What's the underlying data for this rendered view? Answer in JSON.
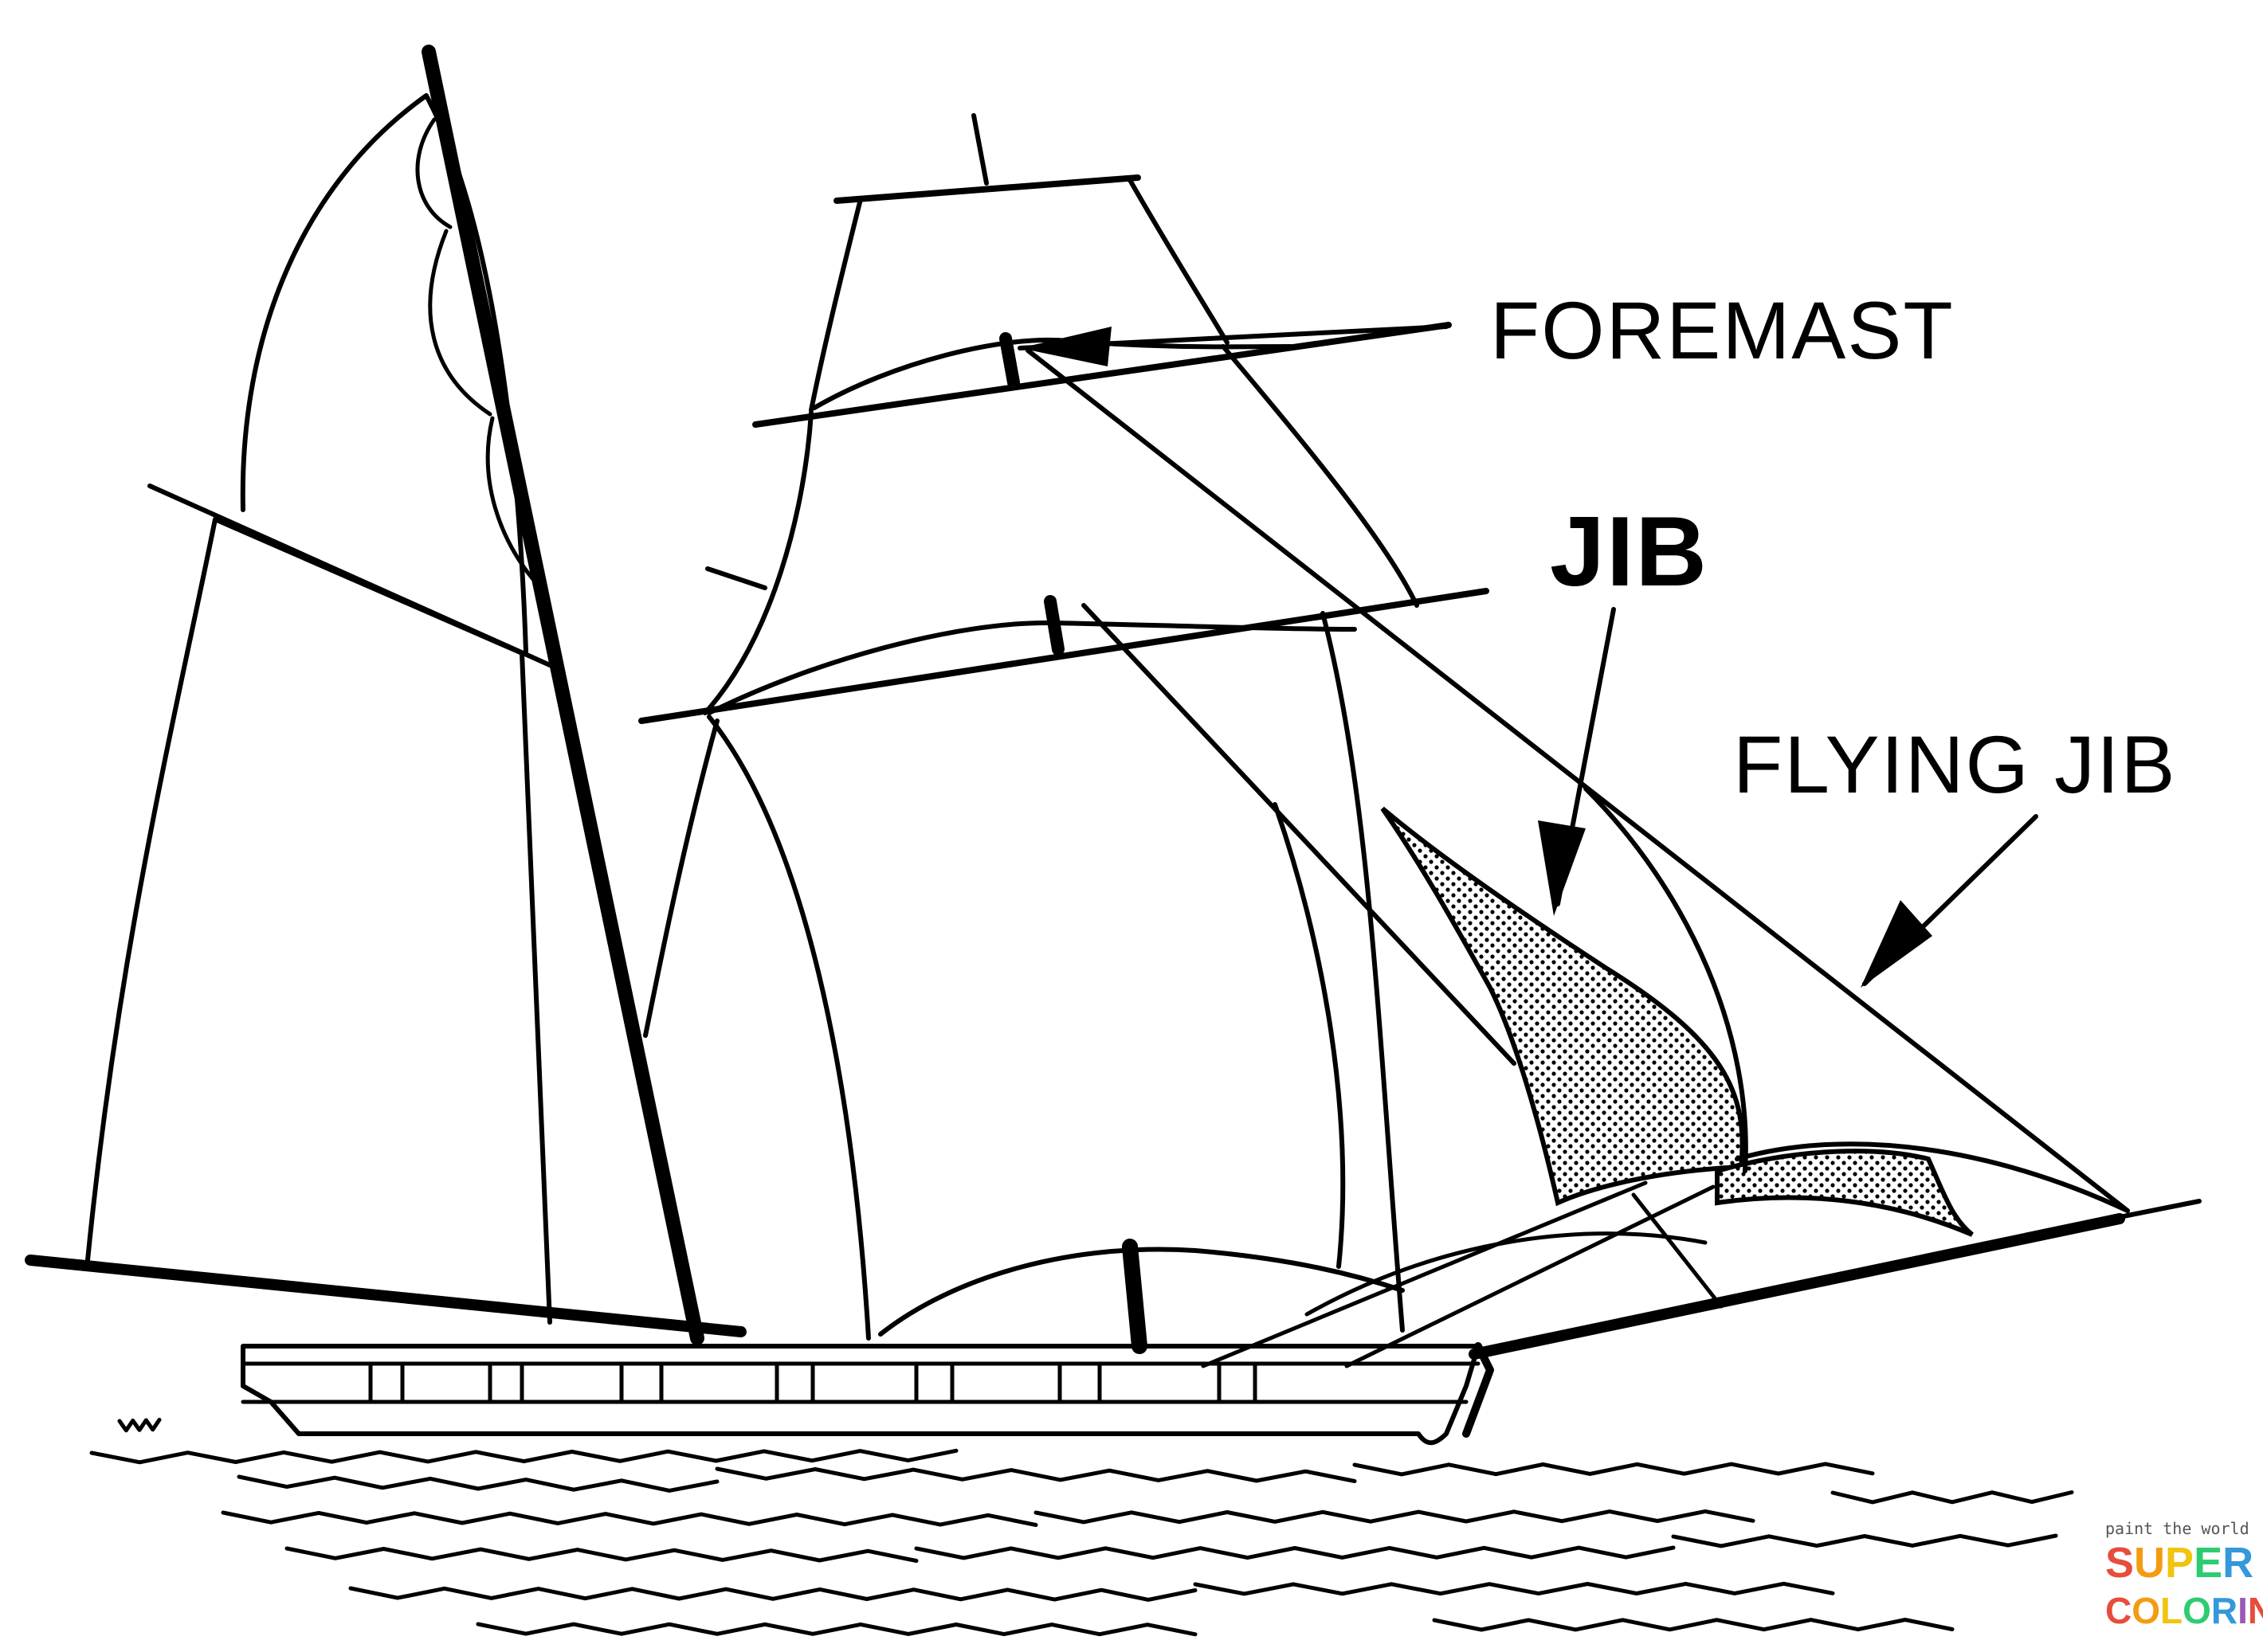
{
  "labels": {
    "foremast": "FOREMAST",
    "jib": "JIB",
    "flying_jib": "FLYING JIB"
  },
  "watermark": {
    "tagline": "paint the world",
    "line1": "SUPER",
    "line2": "COLORING",
    "colors": [
      "#e74c3c",
      "#f39c12",
      "#f1c40f",
      "#2ecc71",
      "#3498db",
      "#9b59b6"
    ]
  },
  "colors": {
    "ink": "#000000",
    "background": "#ffffff"
  }
}
